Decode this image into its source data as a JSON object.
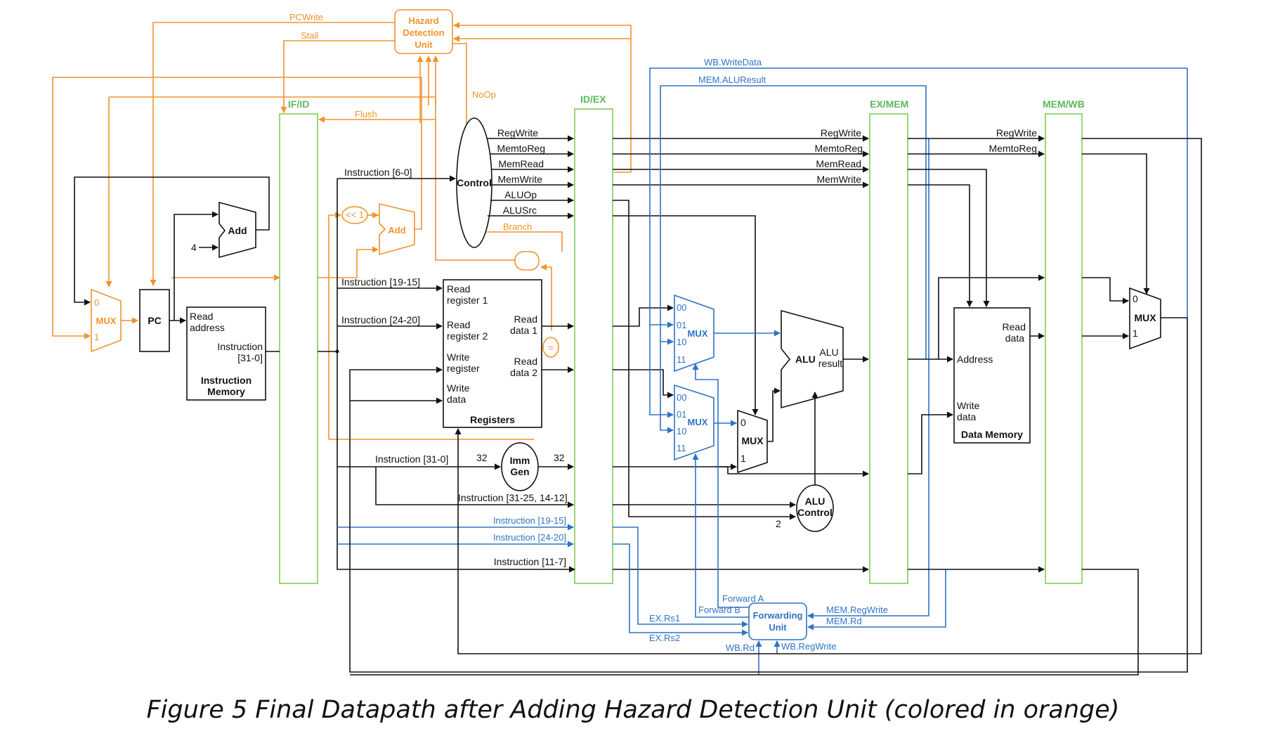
{
  "caption": "Figure 5 Final Datapath after Adding Hazard Detection Unit (colored in orange)",
  "colors": {
    "hazard": "#f0932b",
    "forwarding": "#2f73c4",
    "pipeline_register": "#8fd16a",
    "base": "#111111"
  },
  "pipeline_registers": {
    "if_id": "IF/ID",
    "id_ex": "ID/EX",
    "ex_mem": "EX/MEM",
    "mem_wb": "MEM/WB"
  },
  "hazard_unit": {
    "line1": "Hazard",
    "line2": "Detection",
    "line3": "Unit"
  },
  "hazard_signals": {
    "pcwrite": "PCWrite",
    "stall": "Stall",
    "noop": "NoOp",
    "flush": "Flush",
    "branch": "Branch",
    "shift": "<< 1",
    "equal": "="
  },
  "forwarding_unit": {
    "line1": "Forwarding",
    "line2": "Unit"
  },
  "forwarding_signals": {
    "wb_writedata": "WB.WriteData",
    "mem_aluresult": "MEM.ALUResult",
    "forward_a": "Forward A",
    "forward_b": "Forward B",
    "ex_rs1": "EX.Rs1",
    "ex_rs2": "EX.Rs2",
    "mem_regwrite": "MEM.RegWrite",
    "mem_rd": "MEM.Rd",
    "wb_rd": "WB.Rd",
    "wb_regwrite": "WB.RegWrite",
    "instr_19_15": "Instruction [19-15]",
    "instr_24_20": "Instruction [24-20]"
  },
  "control": {
    "label": "Control",
    "signals": [
      "RegWrite",
      "MemtoReg",
      "MemRead",
      "MemWrite",
      "ALUOp",
      "ALUSrc"
    ]
  },
  "ex_mem_signals": [
    "RegWrite",
    "MemtoReg",
    "MemRead",
    "MemWrite"
  ],
  "mem_wb_signals": [
    "RegWrite",
    "MemtoReg"
  ],
  "fetch": {
    "pc": "PC",
    "mux": "MUX",
    "mux_in0": "0",
    "mux_in1": "1",
    "add": "Add",
    "four": "4",
    "read_address_1": "Read",
    "read_address_2": "address",
    "instruction_1": "Instruction",
    "instruction_2": "[31-0]",
    "imem_1": "Instruction",
    "imem_2": "Memory"
  },
  "instruction_fields": {
    "f6_0": "Instruction [6-0]",
    "f19_15": "Instruction [19-15]",
    "f24_20": "Instruction [24-20]",
    "f31_0": "Instruction [31-0]",
    "f31_25": "Instruction [31-25, 14-12]",
    "f11_7": "Instruction [11-7]"
  },
  "registers": {
    "read_reg1_a": "Read",
    "read_reg1_b": "register 1",
    "read_reg2_a": "Read",
    "read_reg2_b": "register 2",
    "write_reg_a": "Write",
    "write_reg_b": "register",
    "write_data_a": "Write",
    "write_data_b": "data",
    "read_data1_a": "Read",
    "read_data1_b": "data 1",
    "read_data2_a": "Read",
    "read_data2_b": "data 2",
    "title": "Registers"
  },
  "imm_gen": {
    "line1": "Imm",
    "line2": "Gen",
    "in_width": "32",
    "out_width": "32"
  },
  "execute": {
    "fwd_mux": "MUX",
    "sel_00": "00",
    "sel_01": "01",
    "sel_10": "10",
    "sel_11": "11",
    "alusrc_mux": "MUX",
    "in0": "0",
    "in1": "1",
    "alu": "ALU",
    "alu_result_1": "ALU",
    "alu_result_2": "result",
    "alu_control_1": "ALU",
    "alu_control_2": "Control",
    "aluop_width": "2"
  },
  "memory": {
    "read_data_1": "Read",
    "read_data_2": "data",
    "address": "Address",
    "write_data_1": "Write",
    "write_data_2": "data",
    "title": "Data Memory"
  },
  "writeback": {
    "mux": "MUX",
    "in0": "0",
    "in1": "1"
  }
}
